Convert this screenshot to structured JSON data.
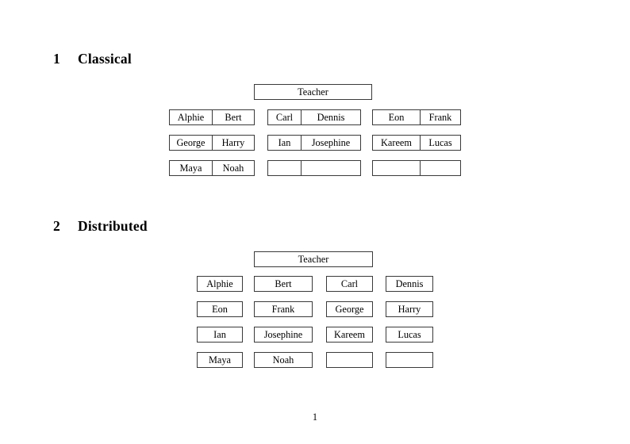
{
  "document": {
    "folio": "1",
    "sections": [
      {
        "number": "1",
        "title": "Classical",
        "teacher_label": "Teacher",
        "layout": "grouped-pairs",
        "groups": [
          {
            "rows": [
              [
                "Alphie",
                "Bert"
              ],
              [
                "George",
                "Harry"
              ],
              [
                "Maya",
                "Noah"
              ]
            ]
          },
          {
            "rows": [
              [
                "Carl",
                "Dennis"
              ],
              [
                "Ian",
                "Josephine"
              ],
              [
                "",
                ""
              ]
            ]
          },
          {
            "rows": [
              [
                "Eon",
                "Frank"
              ],
              [
                "Kareem",
                "Lucas"
              ],
              [
                "",
                ""
              ]
            ]
          }
        ]
      },
      {
        "number": "2",
        "title": "Distributed",
        "teacher_label": "Teacher",
        "layout": "individual-boxes",
        "rows": [
          [
            "Alphie",
            "Bert",
            "Carl",
            "Dennis"
          ],
          [
            "Eon",
            "Frank",
            "George",
            "Harry"
          ],
          [
            "Ian",
            "Josephine",
            "Kareem",
            "Lucas"
          ],
          [
            "Maya",
            "Noah",
            "",
            ""
          ]
        ]
      }
    ]
  }
}
